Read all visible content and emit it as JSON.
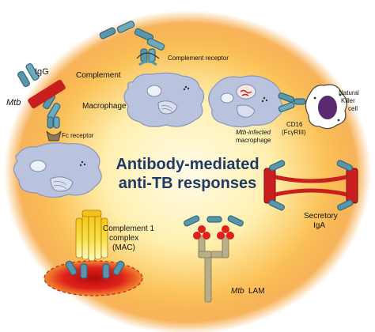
{
  "title_line1": "Antibody-mediated",
  "title_line2": "anti-TB responses",
  "colors": {
    "title": "#1f3a66",
    "glow_center": "#fff7d6",
    "glow_edge": "#f59a23",
    "cell": "#b9c3de",
    "cell_stroke": "#8b96bd",
    "antibody": "#5b95a8",
    "mtb": "#c81e1e",
    "nk_inner": "#5a2a6e",
    "lam": "#b7ae8a",
    "lam_dot": "#e0201b",
    "mac": "#f3d31c"
  },
  "labels": {
    "igg": "IgG",
    "mtb_left": "Mtb",
    "complement": "Complement",
    "complement_receptor": "Complement receptor",
    "macrophage": "Macrophage",
    "infected_line1": "Mtb-infected",
    "infected_line2": "macrophage",
    "cd16_line1": "CD16",
    "cd16_line2": "(FcγRIII)",
    "nk_line1": "Natural",
    "nk_line2": "Killer",
    "nk_line3": "cell",
    "fc_receptor": "Fc receptor",
    "secretory_line1": "Secretory",
    "secretory_line2": "IgA",
    "c1_line1": "Complement 1",
    "c1_line2": "complex",
    "c1_line3": "(MAC)",
    "lam": "LAM",
    "lam_prefix": "Mtb"
  }
}
